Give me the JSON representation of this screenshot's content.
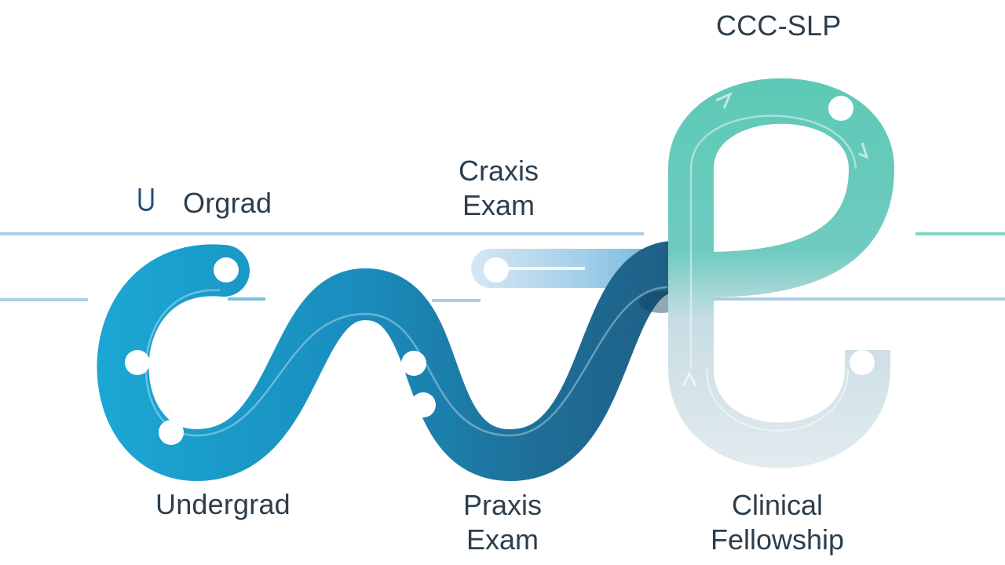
{
  "labels": {
    "top_left_mark": "U",
    "top_left": "Orgrad",
    "top_mid_line1": "Craxis",
    "top_mid_line2": "Exam",
    "top_right": "CCC-SLP",
    "bottom_left": "Undergrad",
    "bottom_mid_line1": "Praxis",
    "bottom_mid_line2": "Exam",
    "bottom_right_line1": "Clinical",
    "bottom_right_line2": "Fellowship"
  },
  "colors": {
    "stage_1": "#1ba6d4",
    "stage_2": "#1e6f98",
    "stage_3_top": "#5cc9b5",
    "stage_3_bottom": "#dde7ec",
    "guide_line": "#a9cde4",
    "accent_line": "#7ed8c5",
    "text": "#2c3e4c"
  }
}
